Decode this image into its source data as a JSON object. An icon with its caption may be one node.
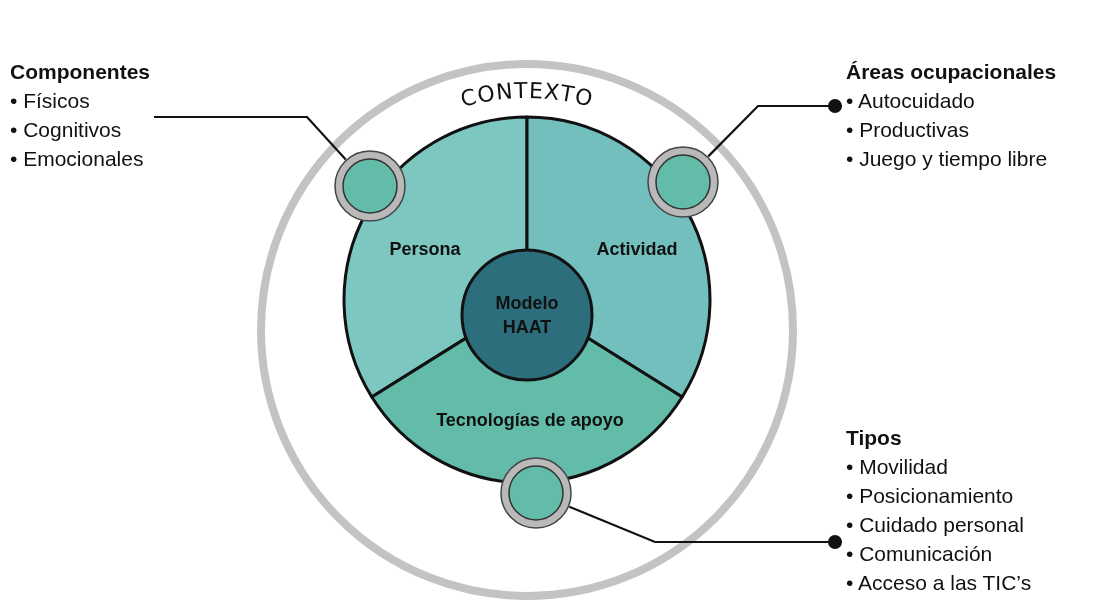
{
  "diagram": {
    "nodes": [
      {
        "text": [
          "CONTEXTO"
        ]
      },
      {
        "text": [
          "Persona"
        ],
        "in": 0
      },
      {
        "text": [
          "Actividad"
        ],
        "in": 0
      },
      {
        "text": [
          "Tecnologías de apoyo"
        ],
        "in": 0
      },
      {
        "text": [
          "Modelo HAAT"
        ],
        "in": 0
      },
      {
        "text": [],
        "shape": "circle",
        "in": 0
      },
      {
        "text": [],
        "shape": "circle",
        "in": 0
      },
      {
        "text": [],
        "shape": "circle",
        "in": 0
      },
      {
        "text": [
          "Componentes",
          "• Físicos",
          "• Cognitivos",
          "• Emocionales"
        ]
      },
      {
        "text": [
          "Áreas ocupacionales",
          "• Autocuidado",
          "• Productivas",
          "• Juego y tiempo libre"
        ]
      },
      {
        "text": [
          "Tipos",
          "• Movilidad",
          "• Posicionamiento",
          "• Cuidado personal",
          "• Comunicación",
          "• Acceso a las TIC’s"
        ]
      }
    ],
    "edges": [
      {
        "from": 5,
        "to": 8,
        "arrow": "none"
      },
      {
        "from": 6,
        "to": 9,
        "arrow": "other"
      },
      {
        "from": 7,
        "to": 10,
        "arrow": "other"
      }
    ]
  }
}
